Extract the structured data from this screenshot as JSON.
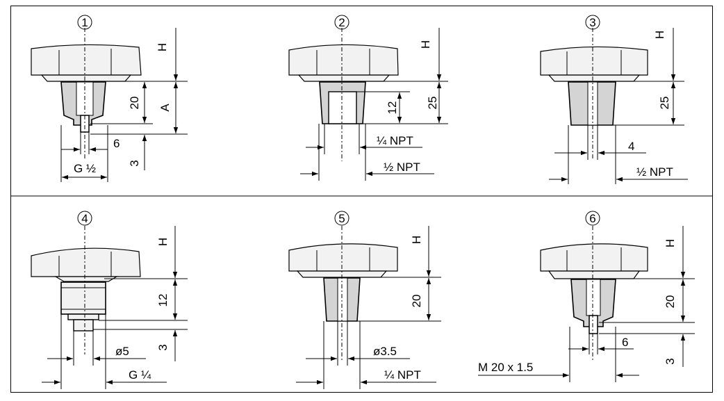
{
  "figures": [
    {
      "number": "1",
      "dims": {
        "h": "H",
        "a": "A",
        "len1": "20",
        "len2": "3",
        "bore": "6",
        "thread": "G ½"
      }
    },
    {
      "number": "2",
      "dims": {
        "h": "H",
        "len1": "25",
        "len2": "12",
        "inner": "¼ NPT",
        "outer": "½ NPT"
      }
    },
    {
      "number": "3",
      "dims": {
        "h": "H",
        "len1": "25",
        "bore": "4",
        "outer": "½ NPT"
      }
    },
    {
      "number": "4",
      "dims": {
        "h": "H",
        "len1": "12",
        "len2": "3",
        "bore": "ø5",
        "thread": "G ¼"
      }
    },
    {
      "number": "5",
      "dims": {
        "h": "H",
        "len1": "20",
        "bore": "ø3.5",
        "thread": "¼ NPT"
      }
    },
    {
      "number": "6",
      "dims": {
        "h": "H",
        "len1": "20",
        "len2": "3",
        "bore": "6",
        "thread": "M 20 x 1.5"
      }
    }
  ]
}
